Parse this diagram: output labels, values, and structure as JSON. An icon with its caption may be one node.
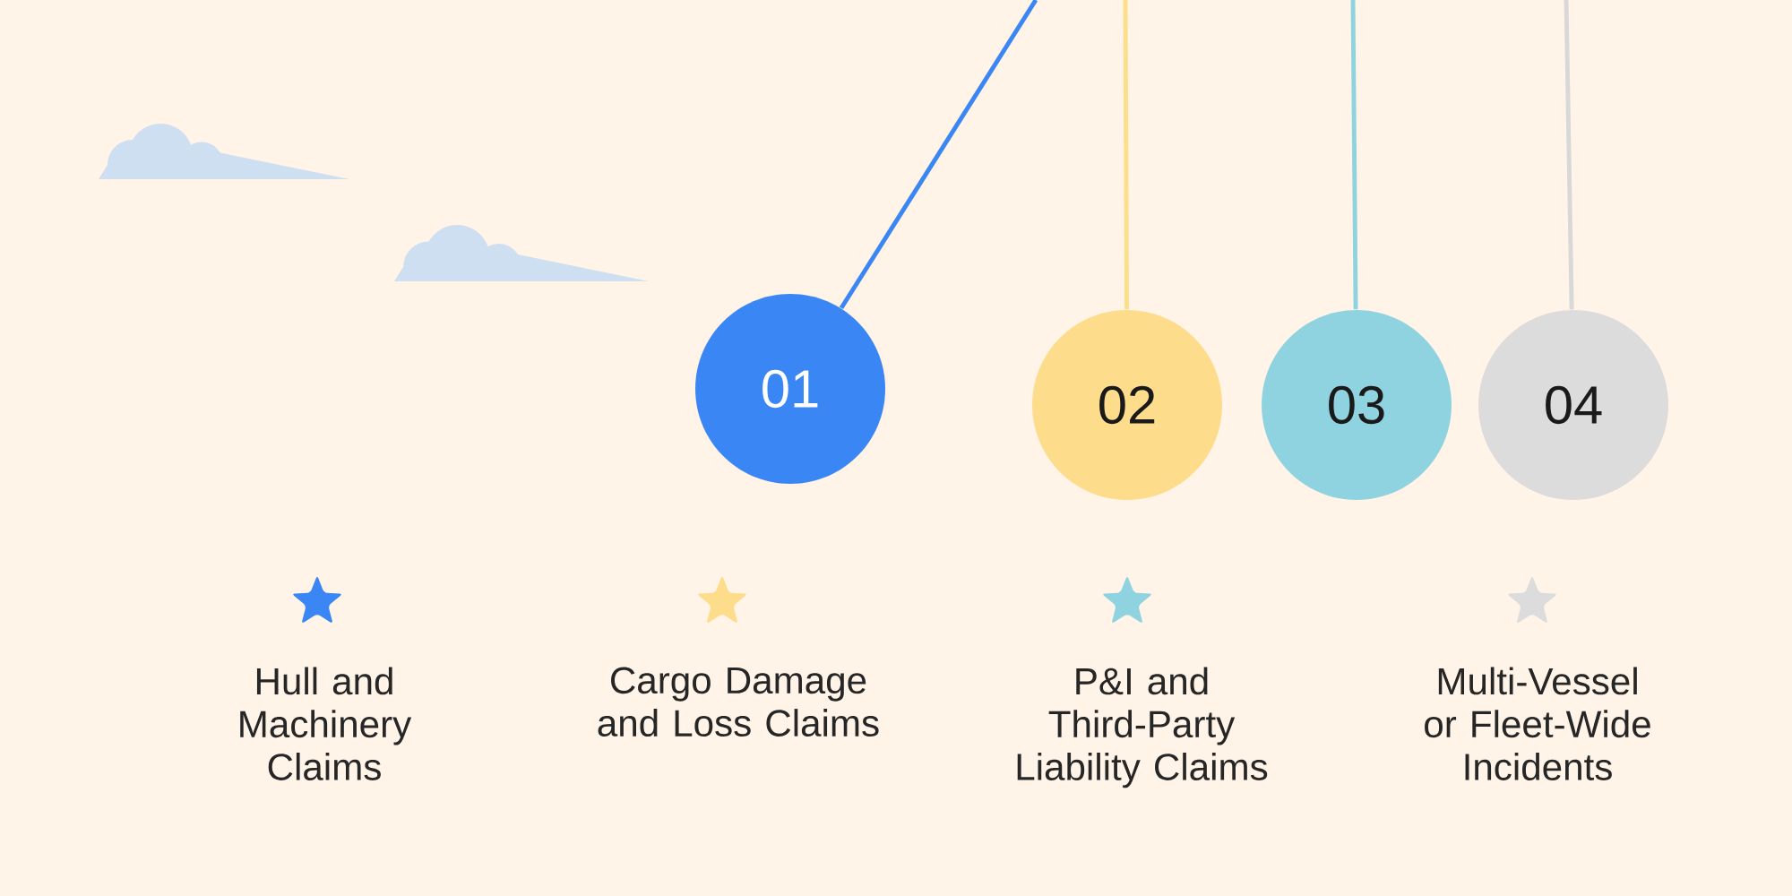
{
  "diagram": {
    "nodes": [
      {
        "text": [
          "01"
        ]
      },
      {
        "text": [
          "02"
        ]
      },
      {
        "text": [
          "03"
        ]
      },
      {
        "text": [
          "04"
        ]
      }
    ],
    "edges": [
      {
        "from": null,
        "to": 0,
        "arrow": "none",
        "color": "#3a86f5"
      },
      {
        "from": null,
        "to": 1,
        "arrow": "none",
        "color": "#fbe08c"
      },
      {
        "from": null,
        "to": 2,
        "arrow": "none",
        "color": "#8fd3e0"
      },
      {
        "from": null,
        "to": 3,
        "arrow": "none",
        "color": "#d8d8d8"
      }
    ],
    "labels": [
      "Hull and Machinery Claims",
      "Cargo Damage and Loss Claims",
      "P&I and Third-Party Liability Claims",
      "Multi-Vessel or Fleet-Wide Incidents"
    ]
  }
}
